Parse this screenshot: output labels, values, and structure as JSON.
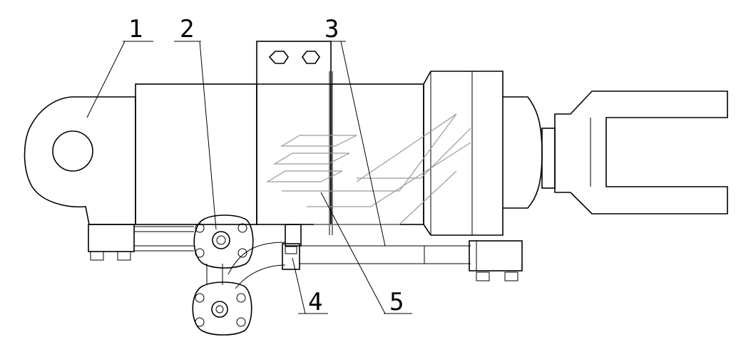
{
  "callouts": [
    {
      "id": "1",
      "text": "1"
    },
    {
      "id": "2",
      "text": "2"
    },
    {
      "id": "3",
      "text": "3"
    },
    {
      "id": "4",
      "text": "4"
    },
    {
      "id": "5",
      "text": "5"
    }
  ],
  "colors": {
    "line": "#000000",
    "background": "#ffffff",
    "watermark": "#9a9a9a"
  }
}
